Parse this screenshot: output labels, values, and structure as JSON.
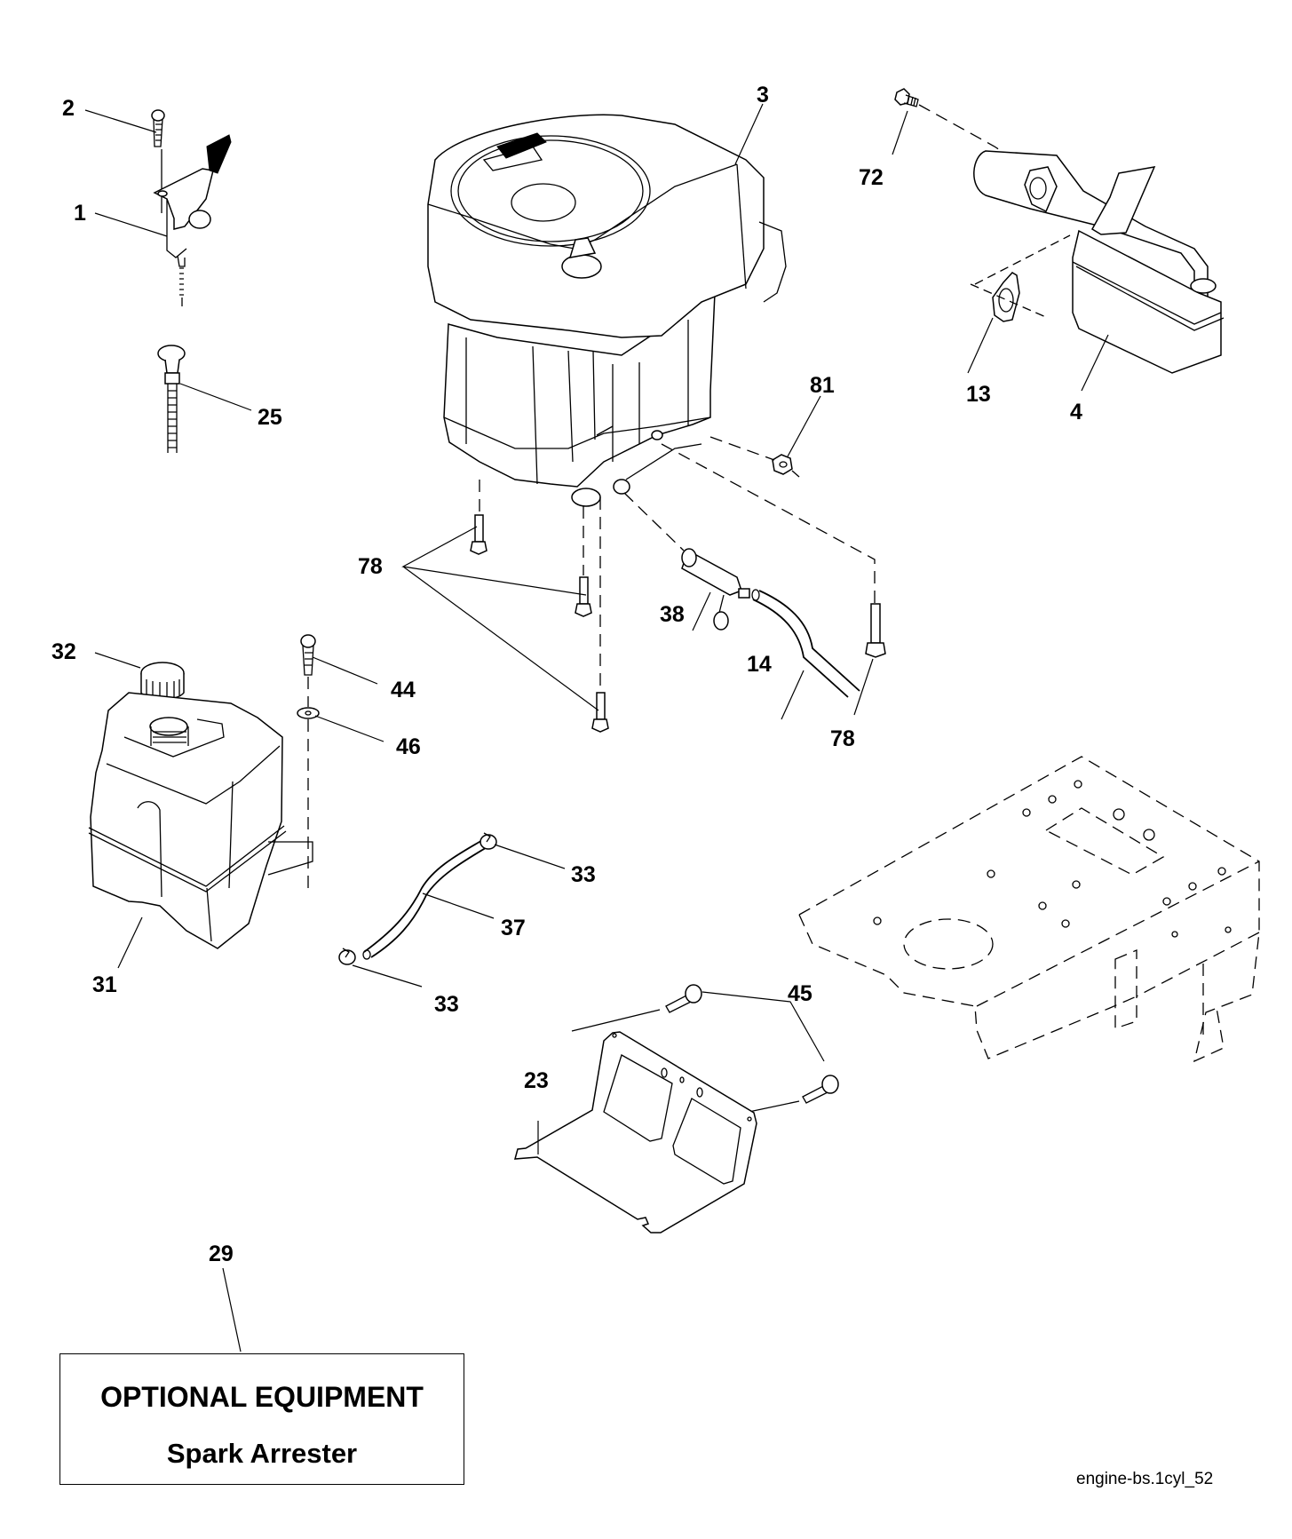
{
  "diagram": {
    "title": "Engine parts exploded view",
    "file_reference": "engine-bs.1cyl_52",
    "optional_equipment": {
      "heading": "OPTIONAL EQUIPMENT",
      "item": "Spark Arrester",
      "callout": "29"
    },
    "callouts": {
      "c1": "1",
      "c2": "2",
      "c3": "3",
      "c4": "4",
      "c13": "13",
      "c14": "14",
      "c23": "23",
      "c25": "25",
      "c29": "29",
      "c31": "31",
      "c32": "32",
      "c33a": "33",
      "c33b": "33",
      "c37": "37",
      "c38": "38",
      "c44": "44",
      "c45": "45",
      "c46": "46",
      "c72": "72",
      "c78a": "78",
      "c78b": "78",
      "c81": "81"
    },
    "parts": [
      {
        "ref": "1",
        "name": "throttle-control"
      },
      {
        "ref": "2",
        "name": "screw"
      },
      {
        "ref": "3",
        "name": "engine"
      },
      {
        "ref": "4",
        "name": "muffler"
      },
      {
        "ref": "13",
        "name": "gasket"
      },
      {
        "ref": "14",
        "name": "oil-drain-hose"
      },
      {
        "ref": "23",
        "name": "heat-shield"
      },
      {
        "ref": "25",
        "name": "choke-control"
      },
      {
        "ref": "29",
        "name": "spark-arrester"
      },
      {
        "ref": "31",
        "name": "fuel-tank"
      },
      {
        "ref": "32",
        "name": "fuel-cap"
      },
      {
        "ref": "33",
        "name": "hose-clamp"
      },
      {
        "ref": "37",
        "name": "fuel-line"
      },
      {
        "ref": "38",
        "name": "oil-drain-valve"
      },
      {
        "ref": "44",
        "name": "screw"
      },
      {
        "ref": "45",
        "name": "bolt"
      },
      {
        "ref": "46",
        "name": "washer"
      },
      {
        "ref": "72",
        "name": "bolt"
      },
      {
        "ref": "78",
        "name": "bolt"
      },
      {
        "ref": "81",
        "name": "nut"
      }
    ]
  }
}
